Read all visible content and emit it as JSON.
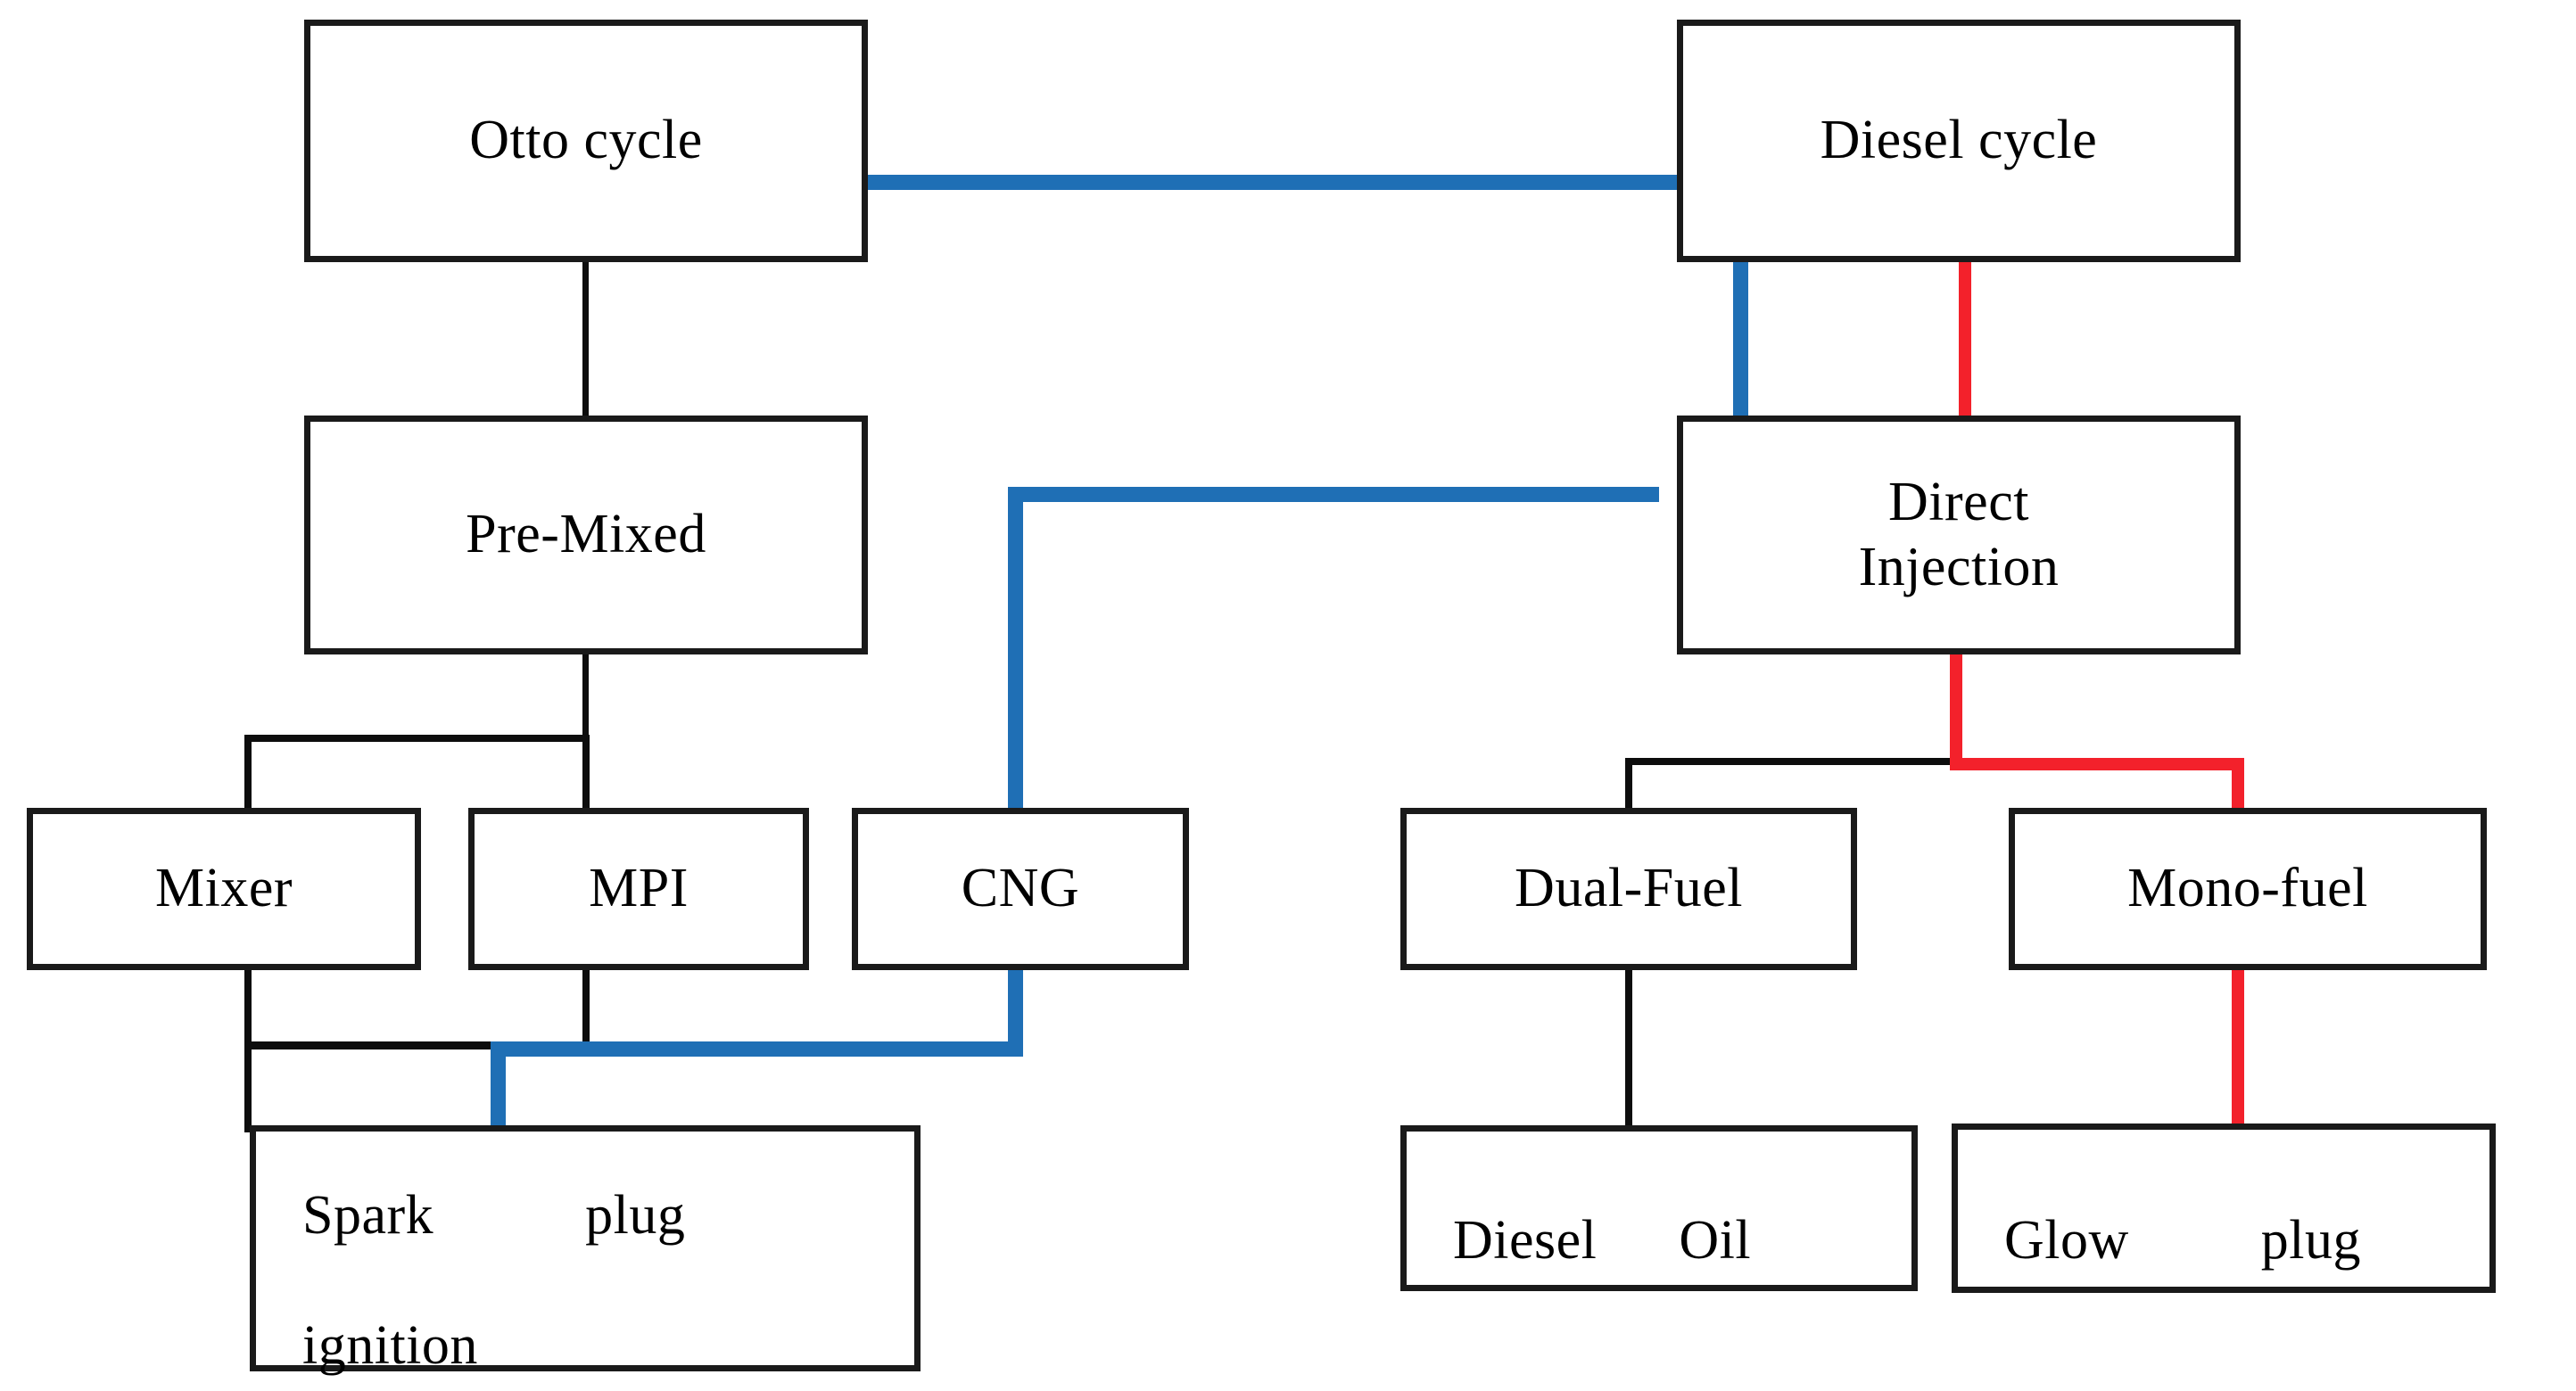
{
  "diagram": {
    "title": "CNG engine combustion classification flow chart",
    "colors": {
      "box_border": "#1a1a1a",
      "black_edge": "#0d0d0d",
      "blue_edge": "#1f6fb5",
      "red_edge": "#f3212b",
      "background": "#ffffff",
      "text": "#000000"
    },
    "nodes": {
      "otto_cycle": "Otto cycle",
      "diesel_cycle": "Diesel cycle",
      "pre_mixed": "Pre-Mixed",
      "direct_injection": "Direct\nInjection",
      "mixer": "Mixer",
      "mpi": "MPI",
      "cng": "CNG",
      "dual_fuel": "Dual-Fuel",
      "mono_fuel": "Mono-fuel",
      "spark_plug_ignition_line1_a": "Spark",
      "spark_plug_ignition_line1_b": "plug",
      "spark_plug_ignition_line2": "ignition",
      "diesel_oil_a": "Diesel",
      "diesel_oil_b": "Oil",
      "glow_plug_a": "Glow",
      "glow_plug_b": "plug"
    }
  }
}
